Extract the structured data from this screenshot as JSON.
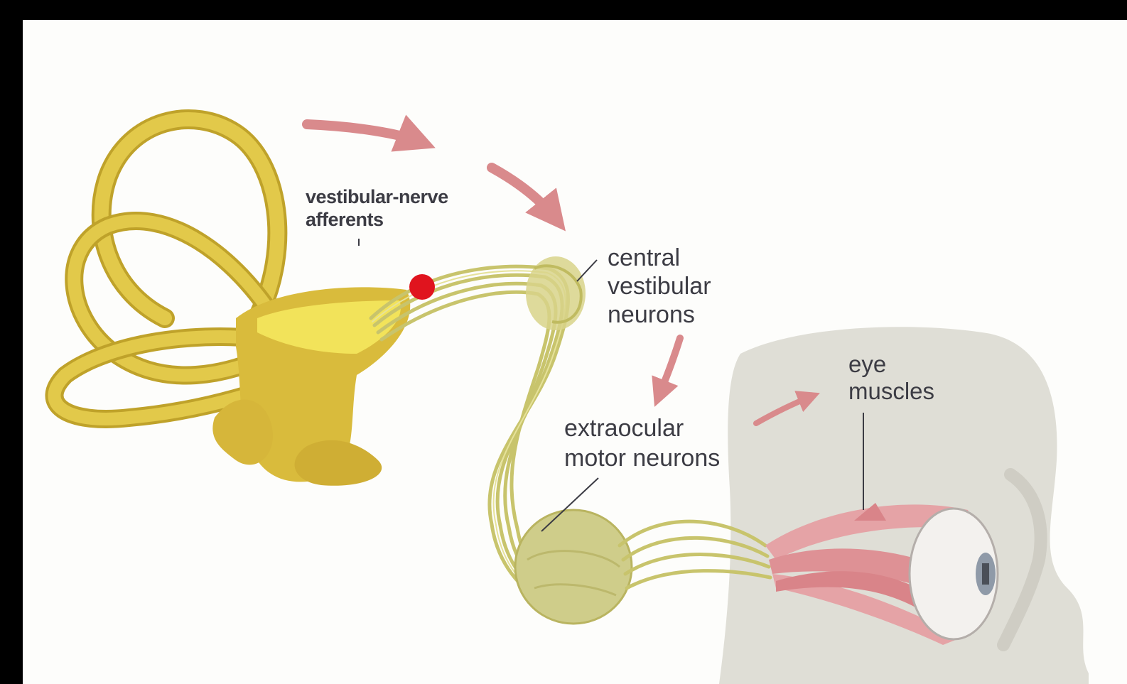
{
  "diagram": {
    "labels": {
      "vestibular_nerve_line1": "vestibular-nerve",
      "vestibular_nerve_line2": "afferents",
      "central_line1": "central",
      "central_line2": "vestibular",
      "central_line3": "neurons",
      "extraocular_line1": "extraocular",
      "extraocular_line2": "motor neurons",
      "eye_muscles_line1": "eye",
      "eye_muscles_line2": "muscles"
    },
    "colors": {
      "frame": "#000000",
      "background": "#fdfdfb",
      "labyrinth": "#e2c94a",
      "labyrinth_dark": "#bfa22a",
      "nerve": "#d4cf7a",
      "arrow": "#d98a8c",
      "marker": "#e0141e",
      "head": "#dfded6",
      "muscle": "#e5a3a6",
      "eye": "#f3f1ee",
      "label_text": "#3c3c44"
    },
    "icons": [
      "labyrinth-icon",
      "eye-icon",
      "head-silhouette-icon"
    ]
  }
}
